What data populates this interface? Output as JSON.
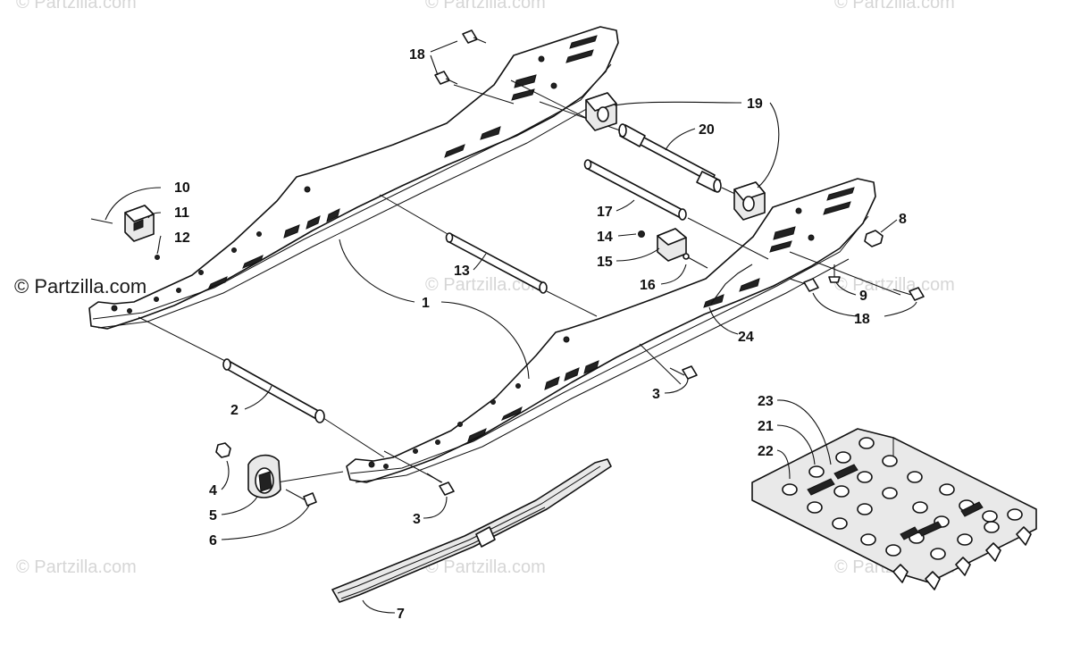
{
  "watermarks": {
    "text": "© Partzilla.com",
    "main": "© Partzilla.com"
  },
  "callouts": {
    "c1": "1",
    "c2": "2",
    "c3a": "3",
    "c3b": "3",
    "c4": "4",
    "c5": "5",
    "c6": "6",
    "c7": "7",
    "c8": "8",
    "c9": "9",
    "c10": "10",
    "c11": "11",
    "c12": "12",
    "c13": "13",
    "c14": "14",
    "c15": "15",
    "c16": "16",
    "c17": "17",
    "c18a": "18",
    "c18b": "18",
    "c19": "19",
    "c20": "20",
    "c21": "21",
    "c22": "22",
    "c23": "23",
    "c24": "24"
  }
}
